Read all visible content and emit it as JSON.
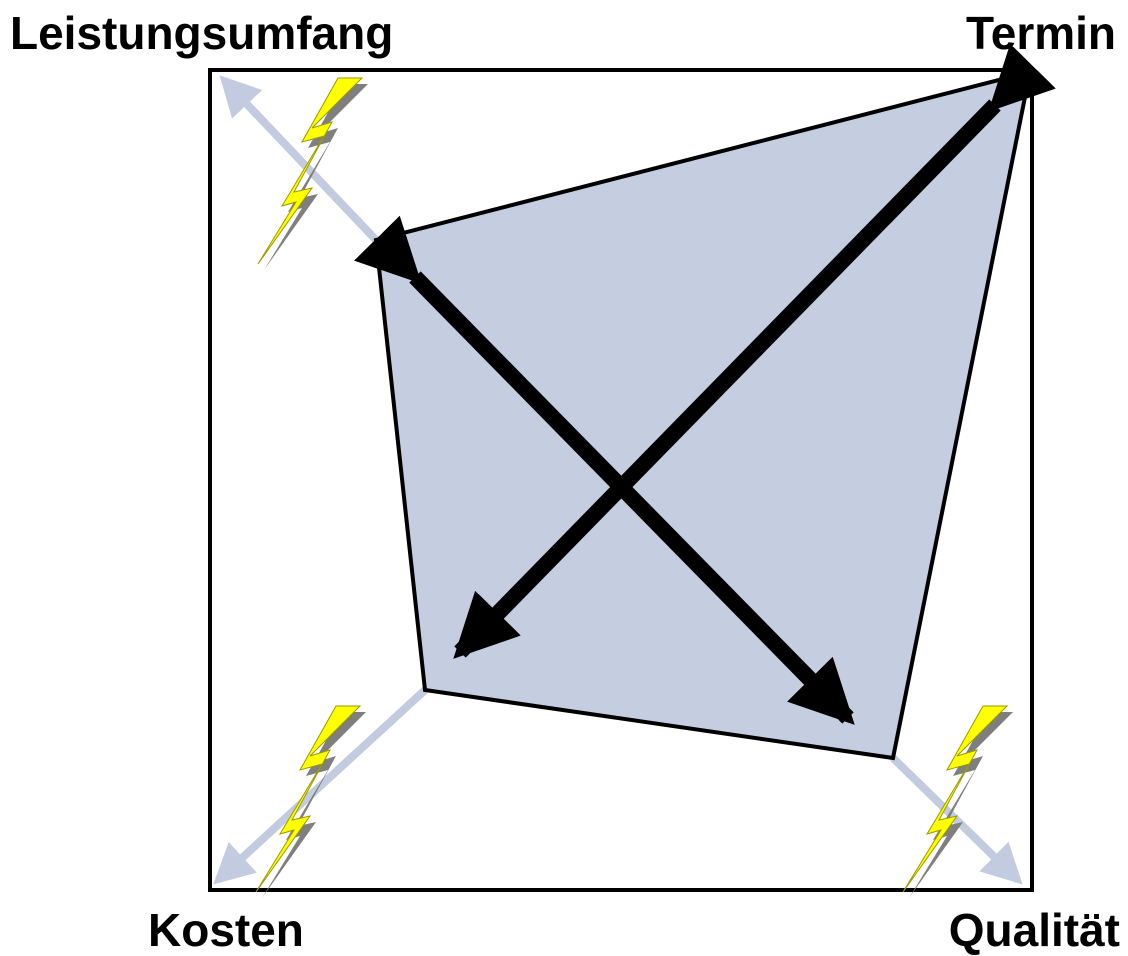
{
  "labels": {
    "top_left": "Leistungsumfang",
    "top_right": "Termin",
    "bottom_left": "Kosten",
    "bottom_right": "Qualität"
  },
  "colors": {
    "frame": "#000000",
    "quad_fill": "#c5cee0",
    "axis_arrow": "#c2cbe0",
    "main_arrow": "#000000",
    "lightning": "#ffff00",
    "lightning_shadow": "#7f7f7f"
  },
  "icons": {
    "lightning": "lightning-bolt-icon"
  }
}
